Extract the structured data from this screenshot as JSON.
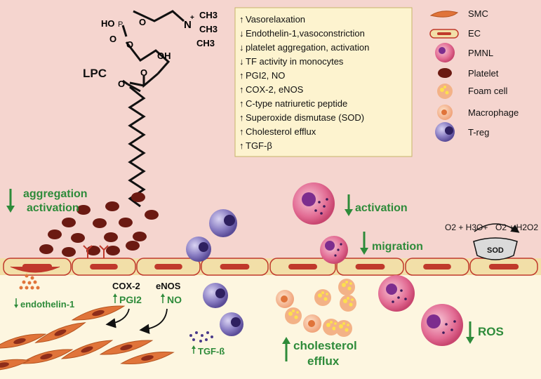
{
  "molecule": {
    "name": "LPC",
    "labels": {
      "ho": "HO",
      "p": "P",
      "o1": "O",
      "o2": "O",
      "o3": "O",
      "n": "N",
      "plus": "+",
      "ch3a": "CH3",
      "ch3b": "CH3",
      "ch3c": "CH3",
      "oh": "OH",
      "o4": "O",
      "o5": "O"
    }
  },
  "effects": [
    {
      "dir": "up",
      "text": "Vasorelaxation"
    },
    {
      "dir": "down",
      "text": "Endothelin-1,vasoconstriction"
    },
    {
      "dir": "down",
      "text": "platelet aggregation, activation"
    },
    {
      "dir": "down",
      "text": "TF activity in monocytes"
    },
    {
      "dir": "up",
      "text": "PGI2, NO"
    },
    {
      "dir": "up",
      "text": "COX-2, eNOS"
    },
    {
      "dir": "up",
      "text": "C-type natriuretic peptide"
    },
    {
      "dir": "up",
      "text": "Superoxide dismutase (SOD)"
    },
    {
      "dir": "up",
      "text": "Cholesterol efflux"
    },
    {
      "dir": "up",
      "text": "TGF-β"
    }
  ],
  "legend": [
    {
      "label": "SMC",
      "icon": "smc-icon"
    },
    {
      "label": "EC",
      "icon": "ec-icon"
    },
    {
      "label": "PMNL",
      "icon": "pmnl-icon"
    },
    {
      "label": "Platelet",
      "icon": "platelet-icon"
    },
    {
      "label": "Foam cell",
      "icon": "foam-cell-icon"
    },
    {
      "label": "Macrophage",
      "icon": "macrophage-icon"
    },
    {
      "label": "T-reg",
      "icon": "treg-icon"
    }
  ],
  "annotations": {
    "aggregation": "aggregation",
    "activation_left": "activation",
    "activation_right": "activation",
    "migration": "migration",
    "endothelin": "endothelin-1",
    "cox2": "COX-2",
    "enos": "eNOS",
    "pgi2": "PGI2",
    "no": "NO",
    "tgfb": "TGF-ß",
    "cholesterol": "cholesterol",
    "efflux": "efflux",
    "ros": "ROS",
    "sod": "SOD",
    "reaction_left": "O2 + H3O+",
    "reaction_right": "O2 + H2O2"
  },
  "colors": {
    "upper_bg": "#f5d5cf",
    "lower_bg": "#fdf6e0",
    "green": "#2e8b3a",
    "ec_fill": "#f2dfa8",
    "ec_core": "#c0392b",
    "platelet": "#6b1a12",
    "smc": "#e0743a",
    "treg": "#6a5ba3"
  }
}
